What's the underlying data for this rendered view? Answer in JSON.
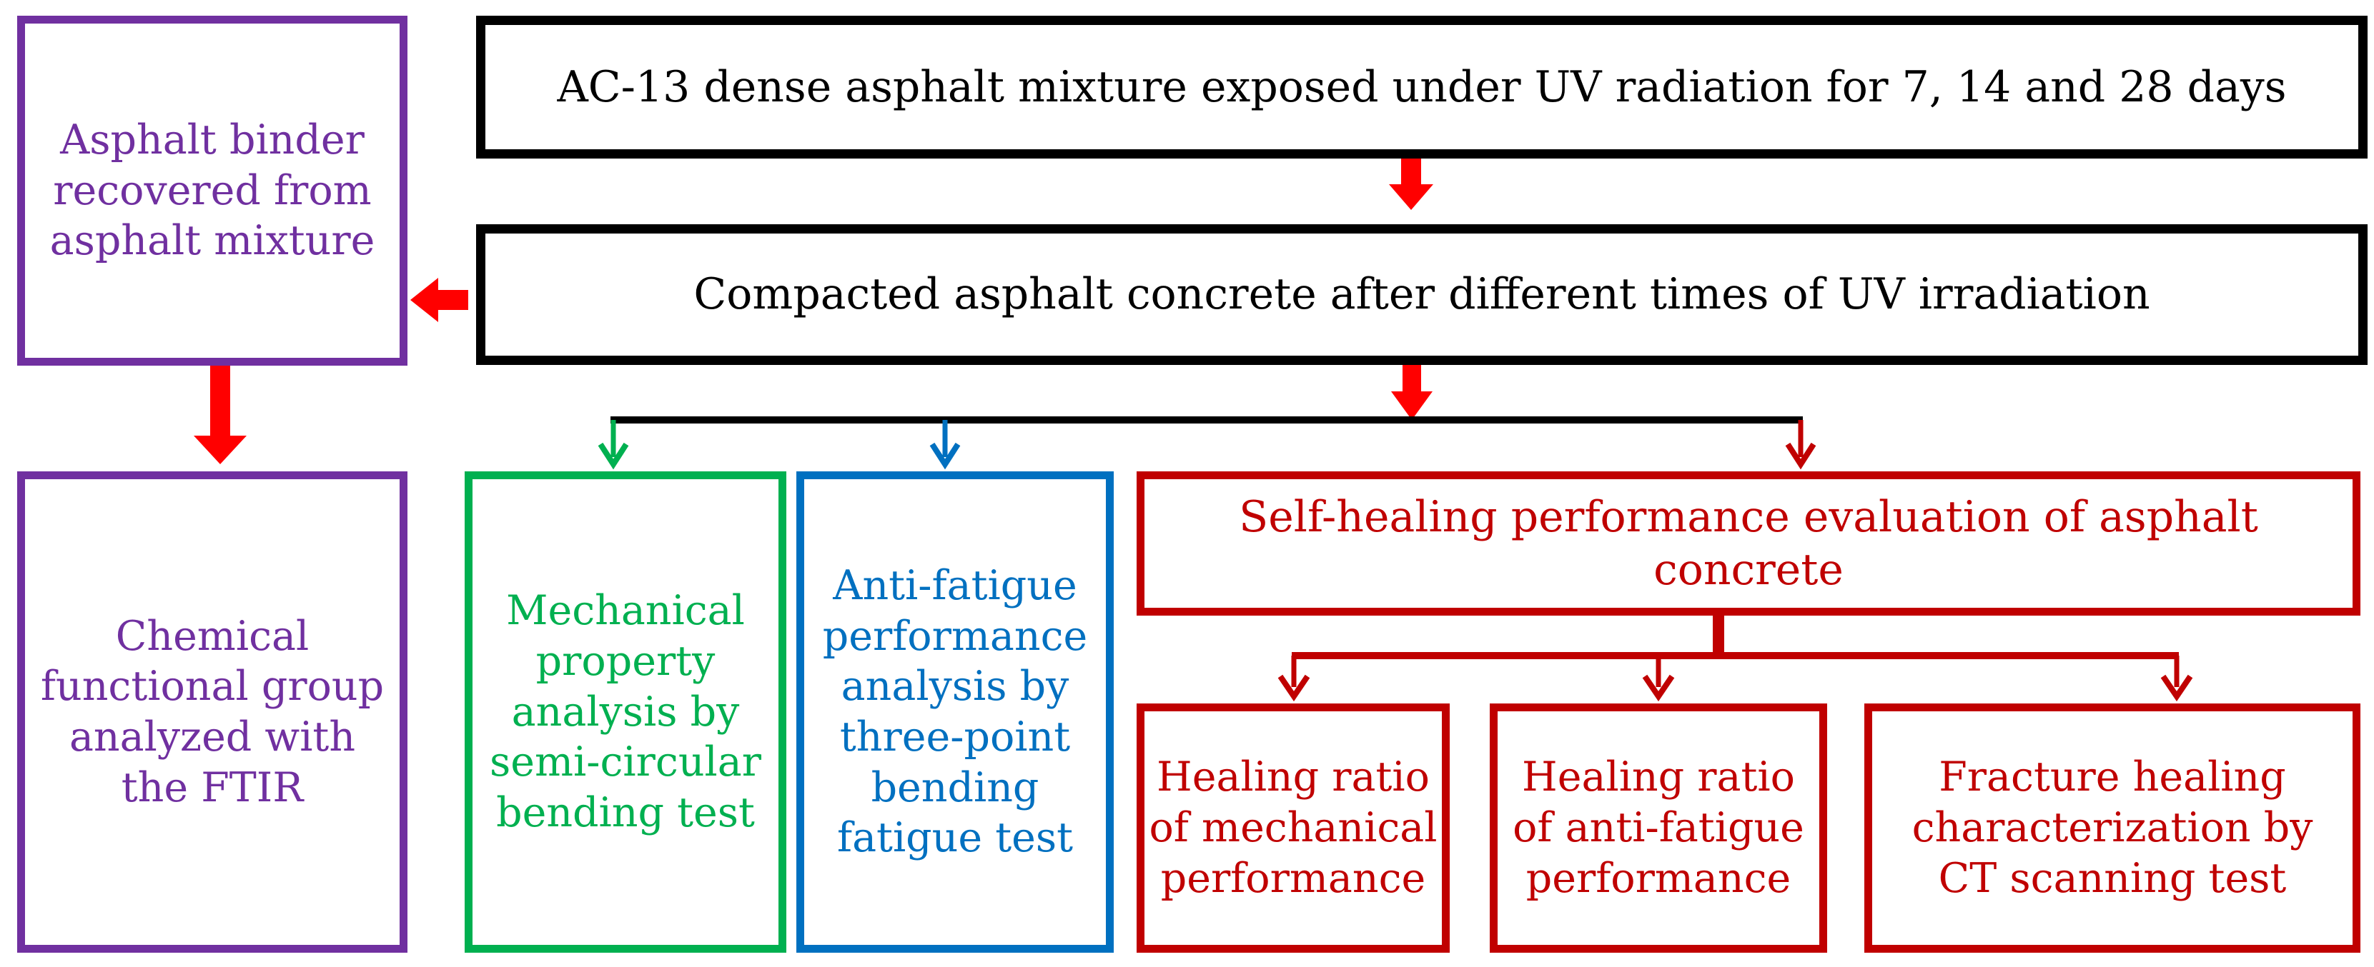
{
  "colors": {
    "arrow": "#ff0000",
    "black": "#000000",
    "purple": "#7030a0",
    "green": "#00b050",
    "blue": "#0070c0",
    "dark_red": "#c00000"
  },
  "nodes": {
    "uv_exposure": "AC-13 dense asphalt mixture exposed under UV radiation for 7, 14 and 28 days",
    "compacted": "Compacted asphalt concrete after different times of UV irradiation",
    "binder_recovered": "Asphalt binder\nrecovered from\nasphalt mixture",
    "ftir": "Chemical\nfunctional group\nanalyzed with\nthe FTIR",
    "mechanical": "Mechanical\nproperty\nanalysis   by\nsemi-circular\nbending test",
    "anti_fatigue": "Anti-fatigue\nperformance\nanalysis by\nthree-point\nbending\nfatigue test",
    "self_healing": "Self-healing performance evaluation of asphalt concrete",
    "healing_mech": "Healing ratio\nof mechanical\nperformance",
    "healing_fatigue": "Healing ratio\nof anti-fatigue\nperformance",
    "ct_scan": "Fracture healing\ncharacterization by\nCT scanning test"
  }
}
